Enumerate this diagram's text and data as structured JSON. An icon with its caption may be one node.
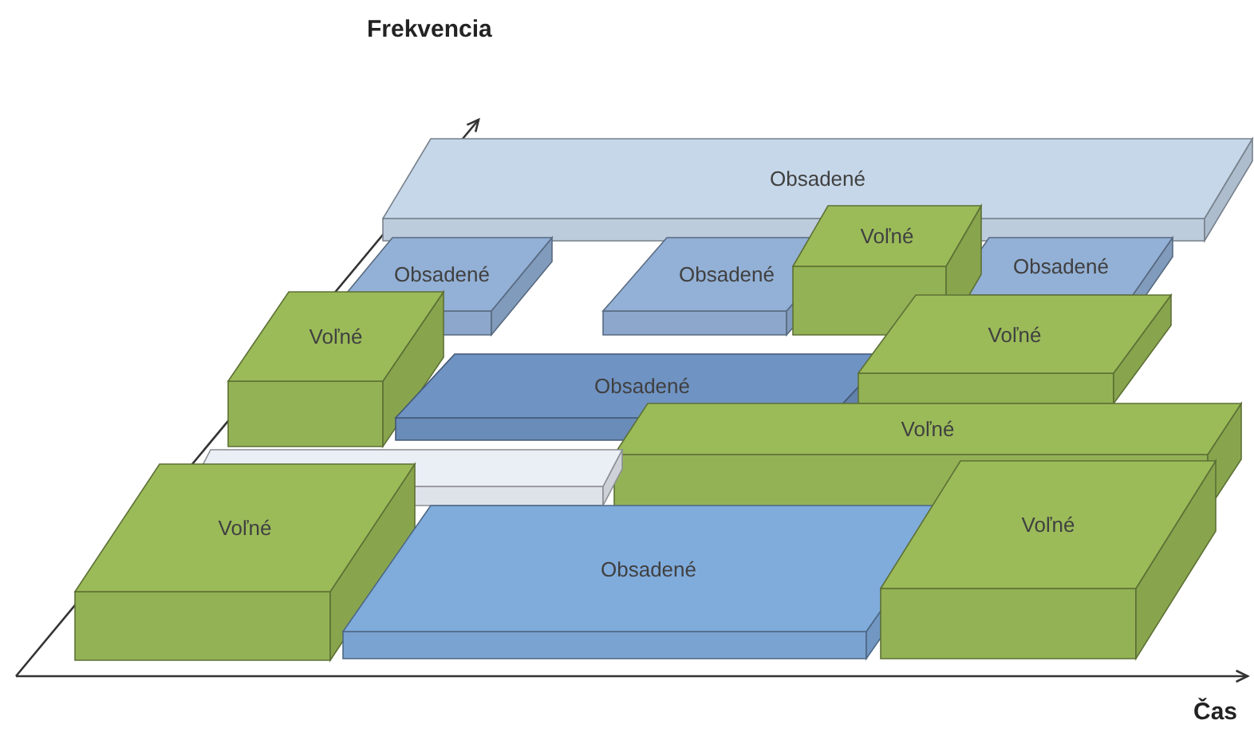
{
  "diagram": {
    "nodes": [
      {
        "text": [
          "Obsadené"
        ]
      },
      {
        "text": [
          "Obsadené"
        ]
      },
      {
        "text": [
          "Obsadené"
        ]
      },
      {
        "text": [
          "Voľné"
        ]
      },
      {
        "text": [
          "Obsadené"
        ]
      },
      {
        "text": [
          "Voľné"
        ]
      },
      {
        "text": [
          "Voľné"
        ]
      },
      {
        "text": [
          "Obsadené"
        ]
      },
      {
        "text": [
          "Voľné"
        ]
      },
      {
        "text": [],
        "shape": "box"
      },
      {
        "text": [
          "Voľné"
        ]
      },
      {
        "text": [
          "Obsadené"
        ]
      },
      {
        "text": [
          "Voľné"
        ]
      }
    ],
    "edges": [],
    "labels": [
      "Frekvencia",
      "Čas"
    ]
  }
}
